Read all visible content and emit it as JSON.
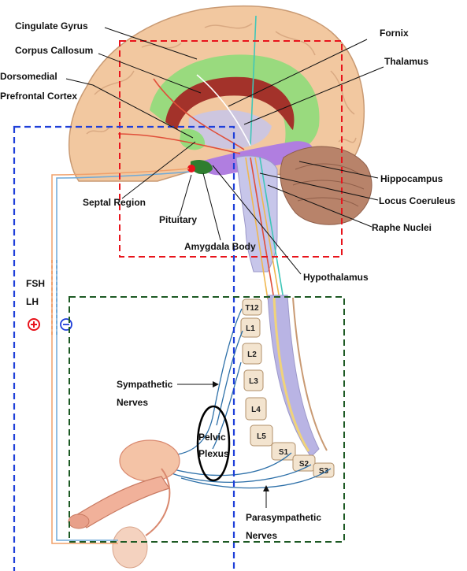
{
  "labels": {
    "cingulate_gyrus": "Cingulate Gyrus",
    "corpus_callosum": "Corpus Callosum",
    "dorsomedial": "Dorsomedial",
    "prefrontal_cortex": "Prefrontal Cortex",
    "fornix": "Fornix",
    "thalamus": "Thalamus",
    "hippocampus": "Hippocampus",
    "locus_coeruleus": "Locus Coeruleus",
    "raphe_nuclei": "Raphe Nuclei",
    "septal_region": "Septal Region",
    "pituitary": "Pituitary",
    "amygdala_body": "Amygdala Body",
    "hypothalamus": "Hypothalamus",
    "fsh": "FSH",
    "lh": "LH",
    "sympathetic_1": "Sympathetic",
    "sympathetic_2": "Nerves",
    "pelvic_1": "Pelvic",
    "pelvic_2": "Plexus",
    "parasympathetic_1": "Parasympathetic",
    "parasympathetic_2": "Nerves"
  },
  "vertebrae": [
    "T12",
    "L1",
    "L2",
    "L3",
    "L4",
    "L5",
    "S1",
    "S2",
    "S3"
  ],
  "colors": {
    "red_box": "#e8131b",
    "blue_box": "#1f3fd9",
    "green_box": "#1d5a24",
    "cortex": "#f2c8a0",
    "cingulate": "#8fdc7a",
    "hippocampus": "#b07ee0",
    "cerebellum": "#b8836a",
    "cord": "#b9b4e4"
  }
}
